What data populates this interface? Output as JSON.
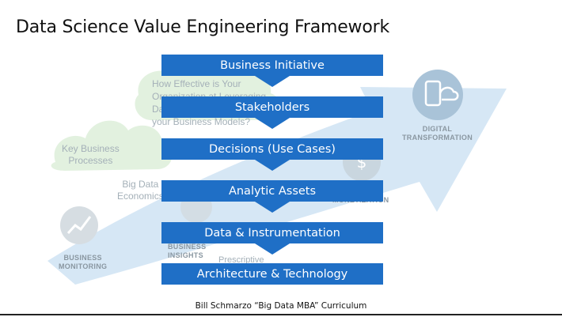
{
  "title": "Data Science Value Engineering Framework",
  "steps": [
    "Business Initiative",
    "Stakeholders",
    "Decisions (Use Cases)",
    "Analytic Assets",
    "Data & Instrumentation",
    "Architecture & Technology"
  ],
  "background": {
    "key_business_processes": "Key Business\nProcesses",
    "big_data_economics": "Big Data\nEconomics",
    "how_effective": "How Effective is Your\nOrganization at Leveraging\nData and Analytics to Power\nyour Business Models?",
    "business_monitoring": "BUSINESS\nMONITORING",
    "business_insights": "BUSINESS\nINSIGHTS",
    "digital_transformation": "DIGITAL\nTRANSFORMATION",
    "monetization": "MONETIZATION",
    "prescriptive": "Prescriptive"
  },
  "footer": "Bill Schmarzo “Big Data MBA” Curriculum",
  "colors": {
    "box": "#1f6fc6",
    "arrow": "#c5dcef",
    "cloud": "#d9ecd9"
  }
}
